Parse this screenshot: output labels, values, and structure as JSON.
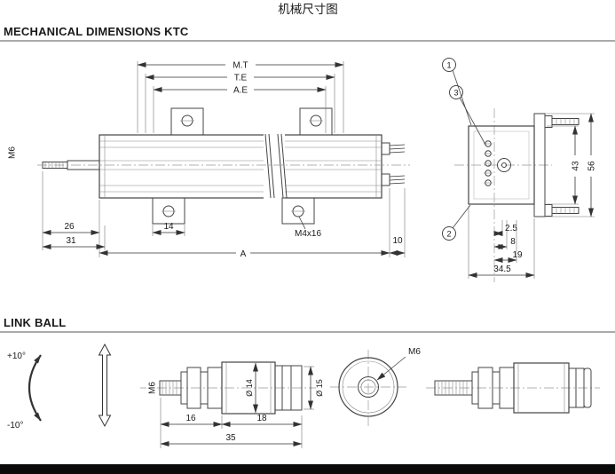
{
  "page": {
    "title": "机械尺寸图"
  },
  "mech": {
    "header": "MECHANICAL DIMENSIONS KTC",
    "dim_mt": "M.T",
    "dim_te": "T.E",
    "dim_ae": "A.E",
    "shaft_thread": "M6",
    "dim_26": "26",
    "dim_31": "31",
    "dim_14": "14",
    "dim_a": "A",
    "screw_spec": "M4x16",
    "dim_10": "10",
    "end": {
      "dim_43": "43",
      "dim_56": "56",
      "dim_2_5": "2.5",
      "dim_8": "8",
      "dim_19": "19",
      "dim_34_5": "34.5",
      "callout_1": "1",
      "callout_2": "2",
      "callout_3": "3"
    }
  },
  "lb": {
    "header": "LINK BALL",
    "angle_plus": "+10°",
    "angle_minus": "-10°",
    "rod_thread": "M6",
    "dia_body": "Ø 14",
    "dia_end": "Ø 15",
    "dim_16": "16",
    "dim_18": "18",
    "dim_35": "35",
    "hole_thread": "M6"
  }
}
